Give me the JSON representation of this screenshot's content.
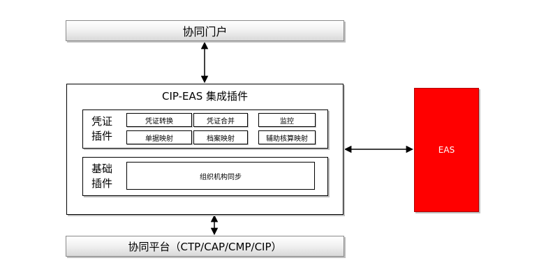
{
  "diagram": {
    "portal": {
      "label": "协同门户"
    },
    "platform": {
      "label": "协同平台（CTP/CAP/CMP/CIP）"
    },
    "integration": {
      "title": "CIP-EAS 集成插件",
      "credential_plugin": {
        "label": "凭证插件",
        "items": [
          "凭证转换",
          "凭证合并",
          "监控",
          "单据映射",
          "档案映射",
          "辅助核算映射"
        ]
      },
      "base_plugin": {
        "label": "基础插件",
        "item": "组织机构同步"
      }
    },
    "eas": {
      "label": "EAS"
    }
  },
  "colors": {
    "eas_fill": "#ff0000",
    "line": "#000000"
  }
}
